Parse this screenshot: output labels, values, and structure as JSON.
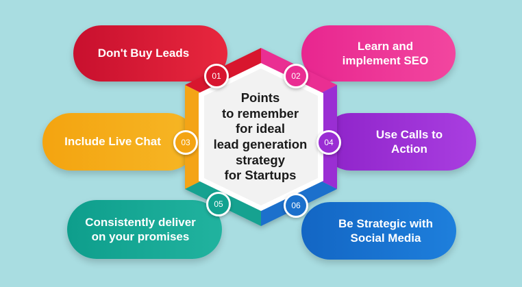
{
  "center": {
    "lines": [
      "Points",
      "to remember",
      "for ideal",
      "lead generation",
      "strategy",
      "for Startups"
    ]
  },
  "items": [
    {
      "num": "01",
      "lines": [
        "Don't Buy Leads"
      ],
      "color": "#d8152f"
    },
    {
      "num": "02",
      "lines": [
        "Learn and",
        "implement SEO"
      ],
      "color": "#ea2d92"
    },
    {
      "num": "03",
      "lines": [
        "Include Live Chat"
      ],
      "color": "#f4a412"
    },
    {
      "num": "04",
      "lines": [
        "Use Calls to",
        "Action"
      ],
      "color": "#9a2dd3"
    },
    {
      "num": "05",
      "lines": [
        "Consistently deliver",
        "on your promises"
      ],
      "color": "#12a290"
    },
    {
      "num": "06",
      "lines": [
        "Be Strategic with",
        "Social Media"
      ],
      "color": "#1a70cc"
    }
  ]
}
